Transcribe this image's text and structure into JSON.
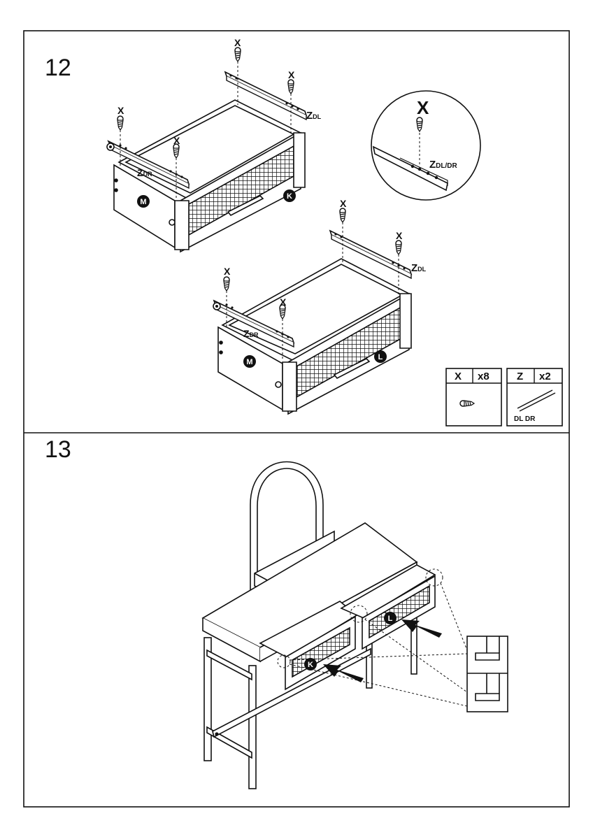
{
  "step12": {
    "number": "12",
    "screw_label": "X",
    "rail_left": "Z",
    "rail_left_sub": "DL",
    "rail_right": "Z",
    "rail_right_sub": "DR",
    "detail_screw": "X",
    "detail_rail": "Z",
    "detail_rail_sub": "DL/DR",
    "part_m": "M",
    "part_k": "K",
    "part_l": "L"
  },
  "parts_box": {
    "screw_code": "X",
    "screw_qty": "x8",
    "rail_code": "Z",
    "rail_qty": "x2",
    "rail_sides": "DL DR"
  },
  "step13": {
    "number": "13",
    "part_k": "K",
    "part_l": "L"
  }
}
